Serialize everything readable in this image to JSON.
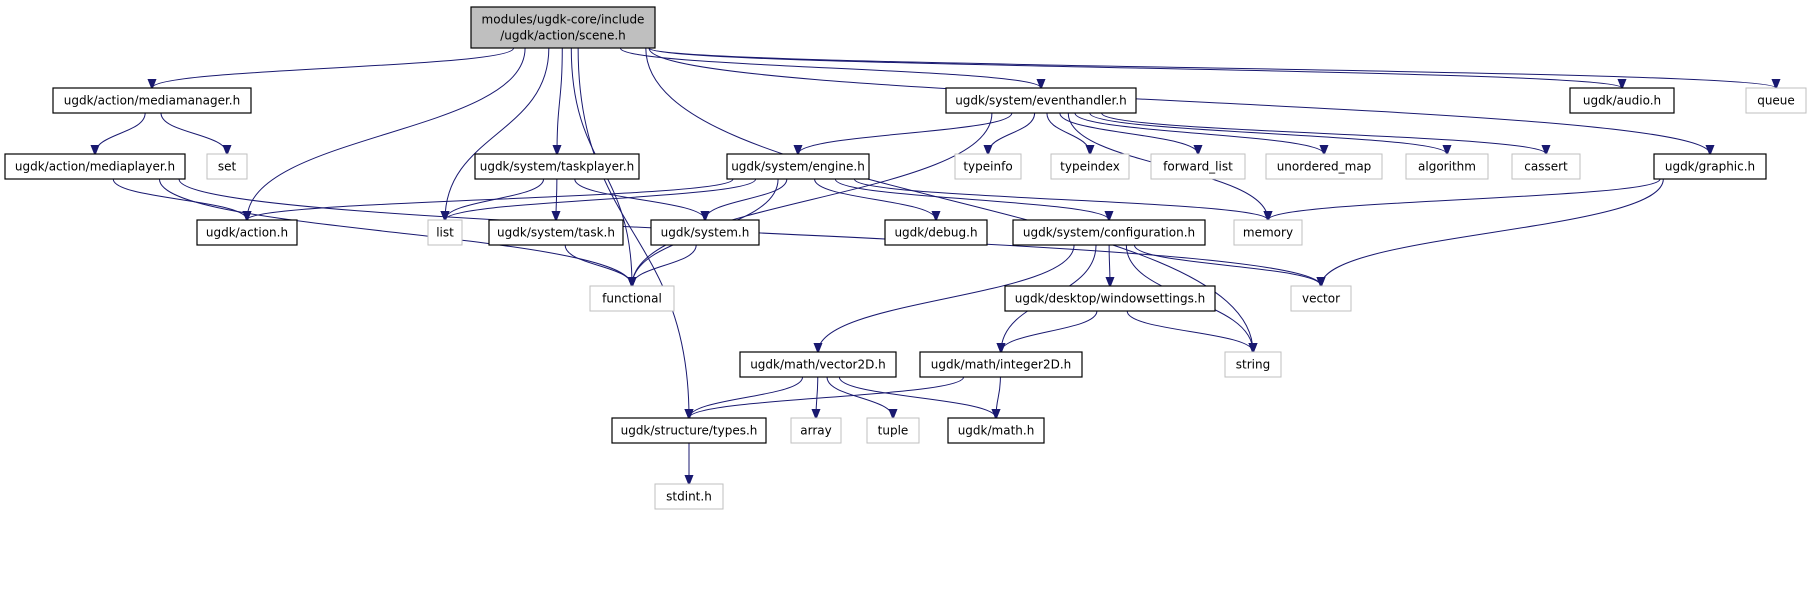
{
  "diagram": {
    "nodes": [
      {
        "id": "scene",
        "kind": "root",
        "lines": [
          "modules/ugdk-core/include",
          "/ugdk/action/scene.h"
        ]
      },
      {
        "id": "mediamanager",
        "kind": "local",
        "lines": [
          "ugdk/action/mediamanager.h"
        ]
      },
      {
        "id": "eventhandler",
        "kind": "local",
        "lines": [
          "ugdk/system/eventhandler.h"
        ]
      },
      {
        "id": "audio",
        "kind": "local",
        "lines": [
          "ugdk/audio.h"
        ]
      },
      {
        "id": "queue",
        "kind": "system",
        "lines": [
          "queue"
        ]
      },
      {
        "id": "mediaplayer",
        "kind": "local",
        "lines": [
          "ugdk/action/mediaplayer.h"
        ]
      },
      {
        "id": "set",
        "kind": "system",
        "lines": [
          "set"
        ]
      },
      {
        "id": "taskplayer",
        "kind": "local",
        "lines": [
          "ugdk/system/taskplayer.h"
        ]
      },
      {
        "id": "engine",
        "kind": "local",
        "lines": [
          "ugdk/system/engine.h"
        ]
      },
      {
        "id": "typeinfo",
        "kind": "system",
        "lines": [
          "typeinfo"
        ]
      },
      {
        "id": "typeindex",
        "kind": "system",
        "lines": [
          "typeindex"
        ]
      },
      {
        "id": "forward_list",
        "kind": "system",
        "lines": [
          "forward_list"
        ]
      },
      {
        "id": "unordered_map",
        "kind": "system",
        "lines": [
          "unordered_map"
        ]
      },
      {
        "id": "algorithm",
        "kind": "system",
        "lines": [
          "algorithm"
        ]
      },
      {
        "id": "cassert",
        "kind": "system",
        "lines": [
          "cassert"
        ]
      },
      {
        "id": "graphic",
        "kind": "local",
        "lines": [
          "ugdk/graphic.h"
        ]
      },
      {
        "id": "action",
        "kind": "local",
        "lines": [
          "ugdk/action.h"
        ]
      },
      {
        "id": "list",
        "kind": "system",
        "lines": [
          "list"
        ]
      },
      {
        "id": "task",
        "kind": "local",
        "lines": [
          "ugdk/system/task.h"
        ]
      },
      {
        "id": "system",
        "kind": "local",
        "lines": [
          "ugdk/system.h"
        ]
      },
      {
        "id": "debug",
        "kind": "local",
        "lines": [
          "ugdk/debug.h"
        ]
      },
      {
        "id": "configuration",
        "kind": "local",
        "lines": [
          "ugdk/system/configuration.h"
        ]
      },
      {
        "id": "memory",
        "kind": "system",
        "lines": [
          "memory"
        ]
      },
      {
        "id": "functional",
        "kind": "system",
        "lines": [
          "functional"
        ]
      },
      {
        "id": "vector",
        "kind": "system",
        "lines": [
          "vector"
        ]
      },
      {
        "id": "windowsettings",
        "kind": "local",
        "lines": [
          "ugdk/desktop/windowsettings.h"
        ]
      },
      {
        "id": "vector2d",
        "kind": "local",
        "lines": [
          "ugdk/math/vector2D.h"
        ]
      },
      {
        "id": "integer2d",
        "kind": "local",
        "lines": [
          "ugdk/math/integer2D.h"
        ]
      },
      {
        "id": "string",
        "kind": "system",
        "lines": [
          "string"
        ]
      },
      {
        "id": "types",
        "kind": "local",
        "lines": [
          "ugdk/structure/types.h"
        ]
      },
      {
        "id": "array",
        "kind": "system",
        "lines": [
          "array"
        ]
      },
      {
        "id": "tuple",
        "kind": "system",
        "lines": [
          "tuple"
        ]
      },
      {
        "id": "math",
        "kind": "local",
        "lines": [
          "ugdk/math.h"
        ]
      },
      {
        "id": "stdint",
        "kind": "system",
        "lines": [
          "stdint.h"
        ]
      }
    ],
    "edges": [
      [
        "scene",
        "mediamanager"
      ],
      [
        "scene",
        "action"
      ],
      [
        "scene",
        "functional"
      ],
      [
        "scene",
        "types"
      ],
      [
        "scene",
        "list"
      ],
      [
        "scene",
        "taskplayer"
      ],
      [
        "scene",
        "eventhandler"
      ],
      [
        "scene",
        "string"
      ],
      [
        "scene",
        "audio"
      ],
      [
        "scene",
        "graphic"
      ],
      [
        "scene",
        "queue"
      ],
      [
        "mediamanager",
        "mediaplayer"
      ],
      [
        "mediamanager",
        "set"
      ],
      [
        "mediaplayer",
        "action"
      ],
      [
        "mediaplayer",
        "functional"
      ],
      [
        "mediaplayer",
        "vector"
      ],
      [
        "taskplayer",
        "list"
      ],
      [
        "taskplayer",
        "task"
      ],
      [
        "taskplayer",
        "system"
      ],
      [
        "engine",
        "action"
      ],
      [
        "engine",
        "list"
      ],
      [
        "engine",
        "system"
      ],
      [
        "engine",
        "functional"
      ],
      [
        "engine",
        "debug"
      ],
      [
        "engine",
        "configuration"
      ],
      [
        "engine",
        "memory"
      ],
      [
        "eventhandler",
        "engine"
      ],
      [
        "eventhandler",
        "typeinfo"
      ],
      [
        "eventhandler",
        "typeindex"
      ],
      [
        "eventhandler",
        "forward_list"
      ],
      [
        "eventhandler",
        "unordered_map"
      ],
      [
        "eventhandler",
        "algorithm"
      ],
      [
        "eventhandler",
        "cassert"
      ],
      [
        "eventhandler",
        "memory"
      ],
      [
        "eventhandler",
        "functional"
      ],
      [
        "graphic",
        "memory"
      ],
      [
        "graphic",
        "vector"
      ],
      [
        "task",
        "functional"
      ],
      [
        "system",
        "functional"
      ],
      [
        "configuration",
        "vector"
      ],
      [
        "configuration",
        "string"
      ],
      [
        "configuration",
        "windowsettings"
      ],
      [
        "configuration",
        "vector2d"
      ],
      [
        "configuration",
        "integer2d"
      ],
      [
        "windowsettings",
        "integer2d"
      ],
      [
        "windowsettings",
        "string"
      ],
      [
        "vector2d",
        "types"
      ],
      [
        "vector2d",
        "array"
      ],
      [
        "vector2d",
        "tuple"
      ],
      [
        "vector2d",
        "math"
      ],
      [
        "integer2d",
        "types"
      ],
      [
        "integer2d",
        "math"
      ],
      [
        "types",
        "stdint"
      ]
    ]
  }
}
